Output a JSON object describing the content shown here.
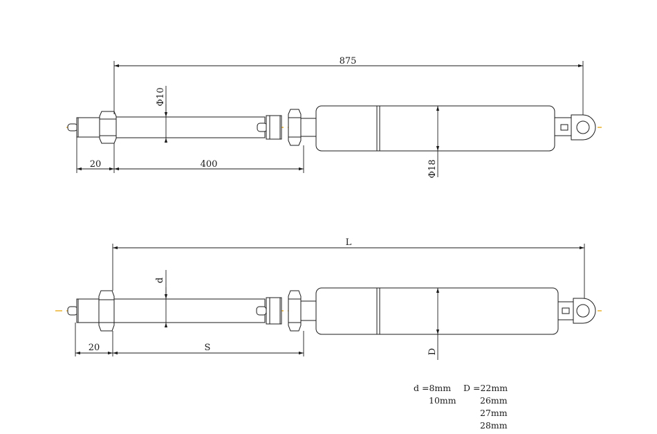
{
  "diagram": {
    "top": {
      "overall_length": "875",
      "rod_diameter": "Φ10",
      "thread_length": "20",
      "stroke": "400",
      "tube_diameter": "Φ18"
    },
    "bottom": {
      "overall_length": "L",
      "rod_diameter": "d",
      "thread_length": "20",
      "stroke": "S",
      "tube_diameter": "D"
    },
    "spec_table": [
      {
        "d": "d =8mm",
        "D": "D =22mm"
      },
      {
        "d": "10mm",
        "D": "26mm"
      },
      {
        "d": "",
        "D": "27mm"
      },
      {
        "d": "",
        "D": "28mm"
      }
    ]
  },
  "colors": {
    "centerline": "#e8a200",
    "lines": "#1a1a1a"
  }
}
